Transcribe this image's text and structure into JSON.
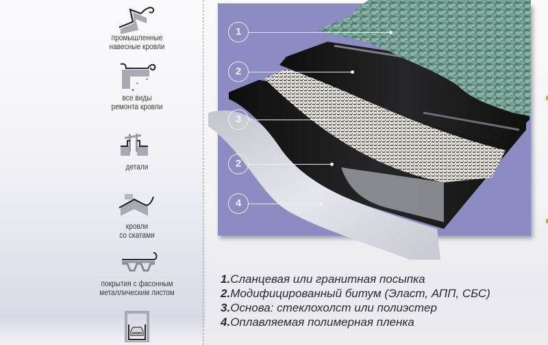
{
  "sidebar": {
    "items": [
      {
        "icon": "industrial-roof-icon",
        "label_lines": [
          "промышленные",
          "навесные кровли"
        ]
      },
      {
        "icon": "roof-repair-icon",
        "label_lines": [
          "все виды",
          "ремонта кровли"
        ]
      },
      {
        "icon": "roof-details-icon",
        "label_lines": [
          "детали"
        ]
      },
      {
        "icon": "pitched-roof-icon",
        "label_lines": [
          "кровли",
          "со скатами"
        ]
      },
      {
        "icon": "corrugated-metal-roof-icon",
        "label_lines": [
          "покрытия с фасонным",
          "металлическим листом"
        ]
      },
      {
        "icon": "parking-roof-car-icon",
        "label_lines": []
      }
    ]
  },
  "diagram": {
    "background_color": "#8d8cc2",
    "callouts": [
      {
        "number": "1",
        "layer": "granule-topping"
      },
      {
        "number": "2",
        "layer": "bitumen-top"
      },
      {
        "number": "3",
        "layer": "base-reinforcement"
      },
      {
        "number": "2",
        "layer": "bitumen-bottom"
      },
      {
        "number": "4",
        "layer": "polymer-film"
      }
    ],
    "colors": {
      "granules": "#6f9a90",
      "bitumen": "#141414",
      "mesh": "#e4e0d8",
      "film": "#dcdce6"
    }
  },
  "legend": {
    "items": [
      {
        "number": "1.",
        "text": "Сланцевая или гранитная посыпка"
      },
      {
        "number": "2.",
        "text": "Модифицированный битум (Эласт, АПП, СБС)"
      },
      {
        "number": "3.",
        "text": "Основа: стеклохолст или полиэстер"
      },
      {
        "number": "4.",
        "text": "Оплавляемая полимерная пленка"
      }
    ]
  }
}
